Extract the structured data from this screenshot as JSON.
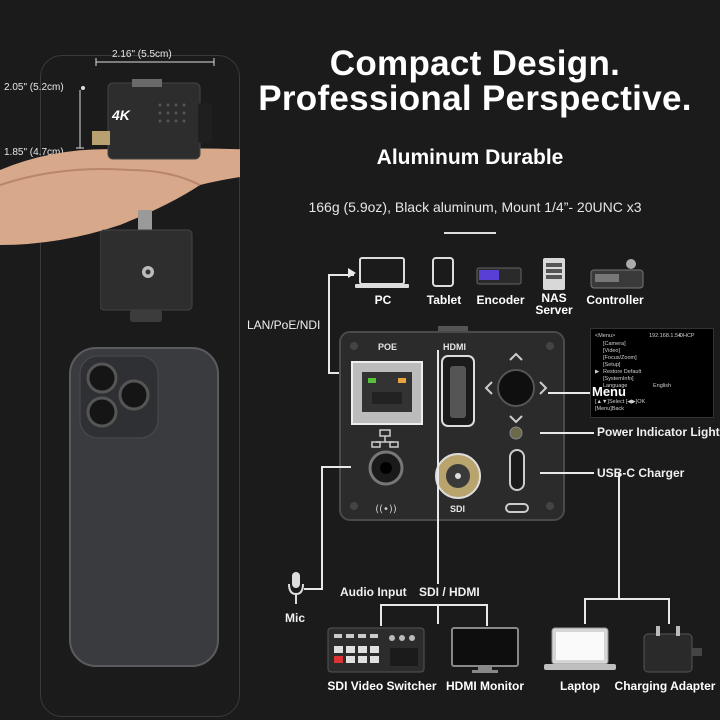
{
  "dimensions": {
    "width": "2.16\" (5.5cm)",
    "height": "2.05\" (5.2cm)",
    "depth": "1.85\" (4.7cm)"
  },
  "headline": {
    "line1": "Compact Design.",
    "line2": "Professional Perspective."
  },
  "subheadline": "Aluminum Durable",
  "specs": "166g (5.9oz), Black aluminum, Mount 1/4”- 20UNC x3",
  "camera_badge": "4K",
  "network_devices": {
    "pc": "PC",
    "tablet": "Tablet",
    "encoder": "Encoder",
    "nas": "NAS\nServer",
    "controller": "Controller"
  },
  "connection_labels": {
    "lan": "LAN/PoE/NDI",
    "audio_input": "Audio Input",
    "sdi_hdmi": "SDI / HDMI",
    "mic": "Mic",
    "menu": "Menu",
    "power_light": "Power Indicator Light",
    "usbc": "USB-C  Charger"
  },
  "port_labels": {
    "poe": "POE",
    "hdmi": "HDMI",
    "sdi": "SDI"
  },
  "osd_menu": {
    "title": "<Menu>",
    "ip": "192.168.1.54",
    "dhcp": "DHCP",
    "items": [
      "[Camera]",
      "[Video]",
      "[Focus/Zoom]",
      "[Setup]",
      "Restore Default",
      "[SystemInfo]",
      "Language"
    ],
    "language_value": "English",
    "footer1": "[▲▼]Select  [◀▶]OK",
    "footer2": "[Menu]Back"
  },
  "output_devices": {
    "switcher": "SDI Video Switcher",
    "monitor": "HDMI Monitor",
    "laptop": "Laptop",
    "adapter": "Charging Adapter"
  },
  "colors": {
    "background": "#1b1b1b",
    "text": "#ffffff",
    "device_body": "#2b2b2b",
    "ethernet_led_green": "#56c23a",
    "ethernet_led_orange": "#e8a33a",
    "encoder_purple": "#5a3fd6"
  }
}
